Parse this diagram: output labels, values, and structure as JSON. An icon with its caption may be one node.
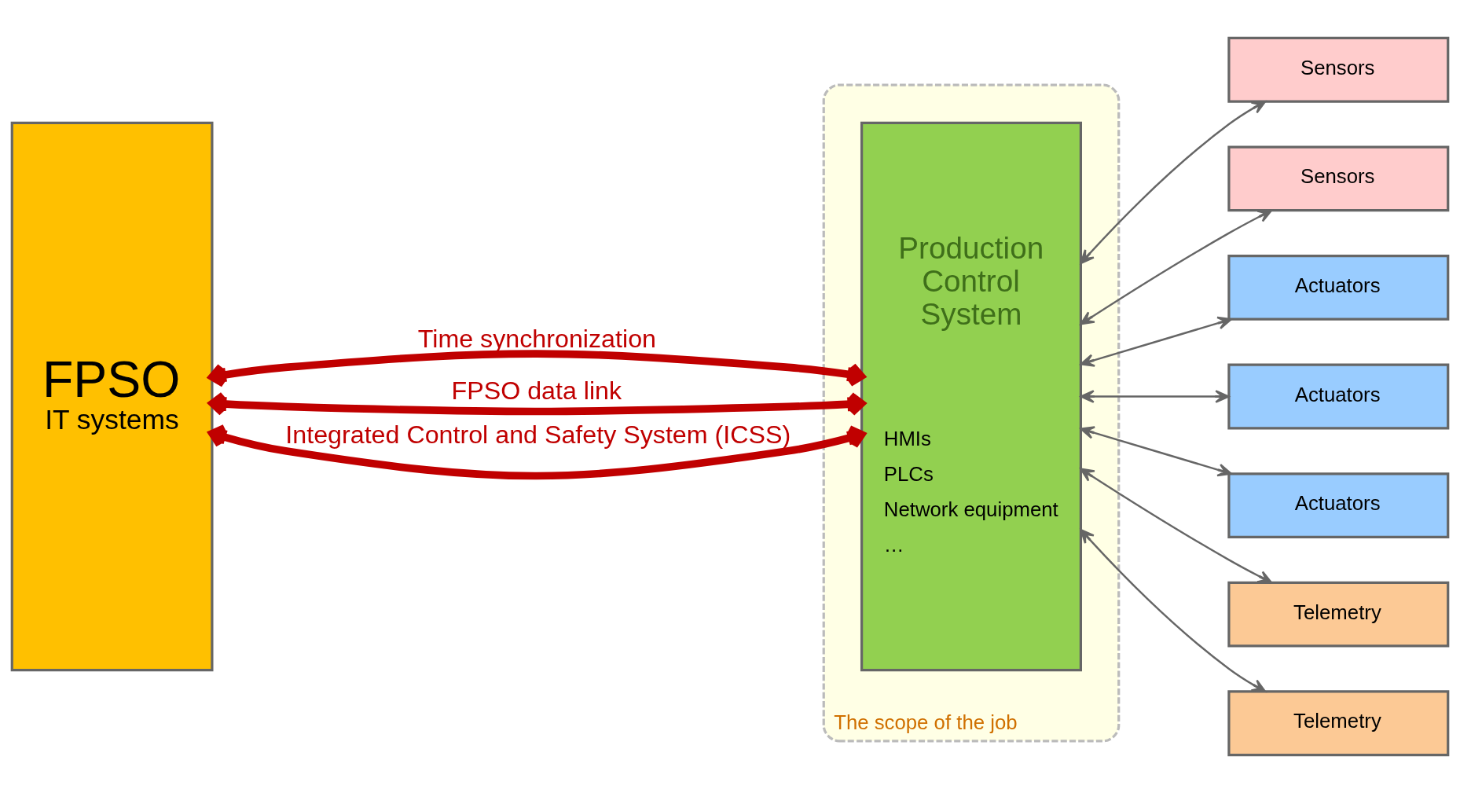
{
  "diagram": {
    "nodes": [
      {
        "text": [
          "The scope of the job"
        ]
      },
      {
        "text": [
          "FPSO",
          "IT systems"
        ]
      },
      {
        "text": [
          "Production Control System",
          "HMIs",
          "PLCs",
          "Network equipment",
          "…"
        ],
        "in": 0
      },
      {
        "text": [
          "Sensors"
        ]
      },
      {
        "text": [
          "Sensors"
        ]
      },
      {
        "text": [
          "Actuators"
        ]
      },
      {
        "text": [
          "Actuators"
        ]
      },
      {
        "text": [
          "Actuators"
        ]
      },
      {
        "text": [
          "Telemetry"
        ]
      },
      {
        "text": [
          "Telemetry"
        ]
      }
    ],
    "edges": [
      {
        "from": 1,
        "to": 2,
        "arrow": "both",
        "label": "Time synchronization",
        "style": "thick",
        "color": "#c00000"
      },
      {
        "from": 1,
        "to": 2,
        "arrow": "both",
        "label": "FPSO data link",
        "style": "thick",
        "color": "#c00000"
      },
      {
        "from": 1,
        "to": 2,
        "arrow": "both",
        "label": "Integrated Control and Safety System (ICSS)",
        "style": "thick",
        "color": "#c00000"
      },
      {
        "from": 2,
        "to": 3,
        "arrow": "both"
      },
      {
        "from": 2,
        "to": 4,
        "arrow": "both"
      },
      {
        "from": 2,
        "to": 5,
        "arrow": "both"
      },
      {
        "from": 2,
        "to": 6,
        "arrow": "both"
      },
      {
        "from": 2,
        "to": 7,
        "arrow": "both"
      },
      {
        "from": 2,
        "to": 8,
        "arrow": "both"
      },
      {
        "from": 2,
        "to": 9,
        "arrow": "both"
      }
    ]
  }
}
